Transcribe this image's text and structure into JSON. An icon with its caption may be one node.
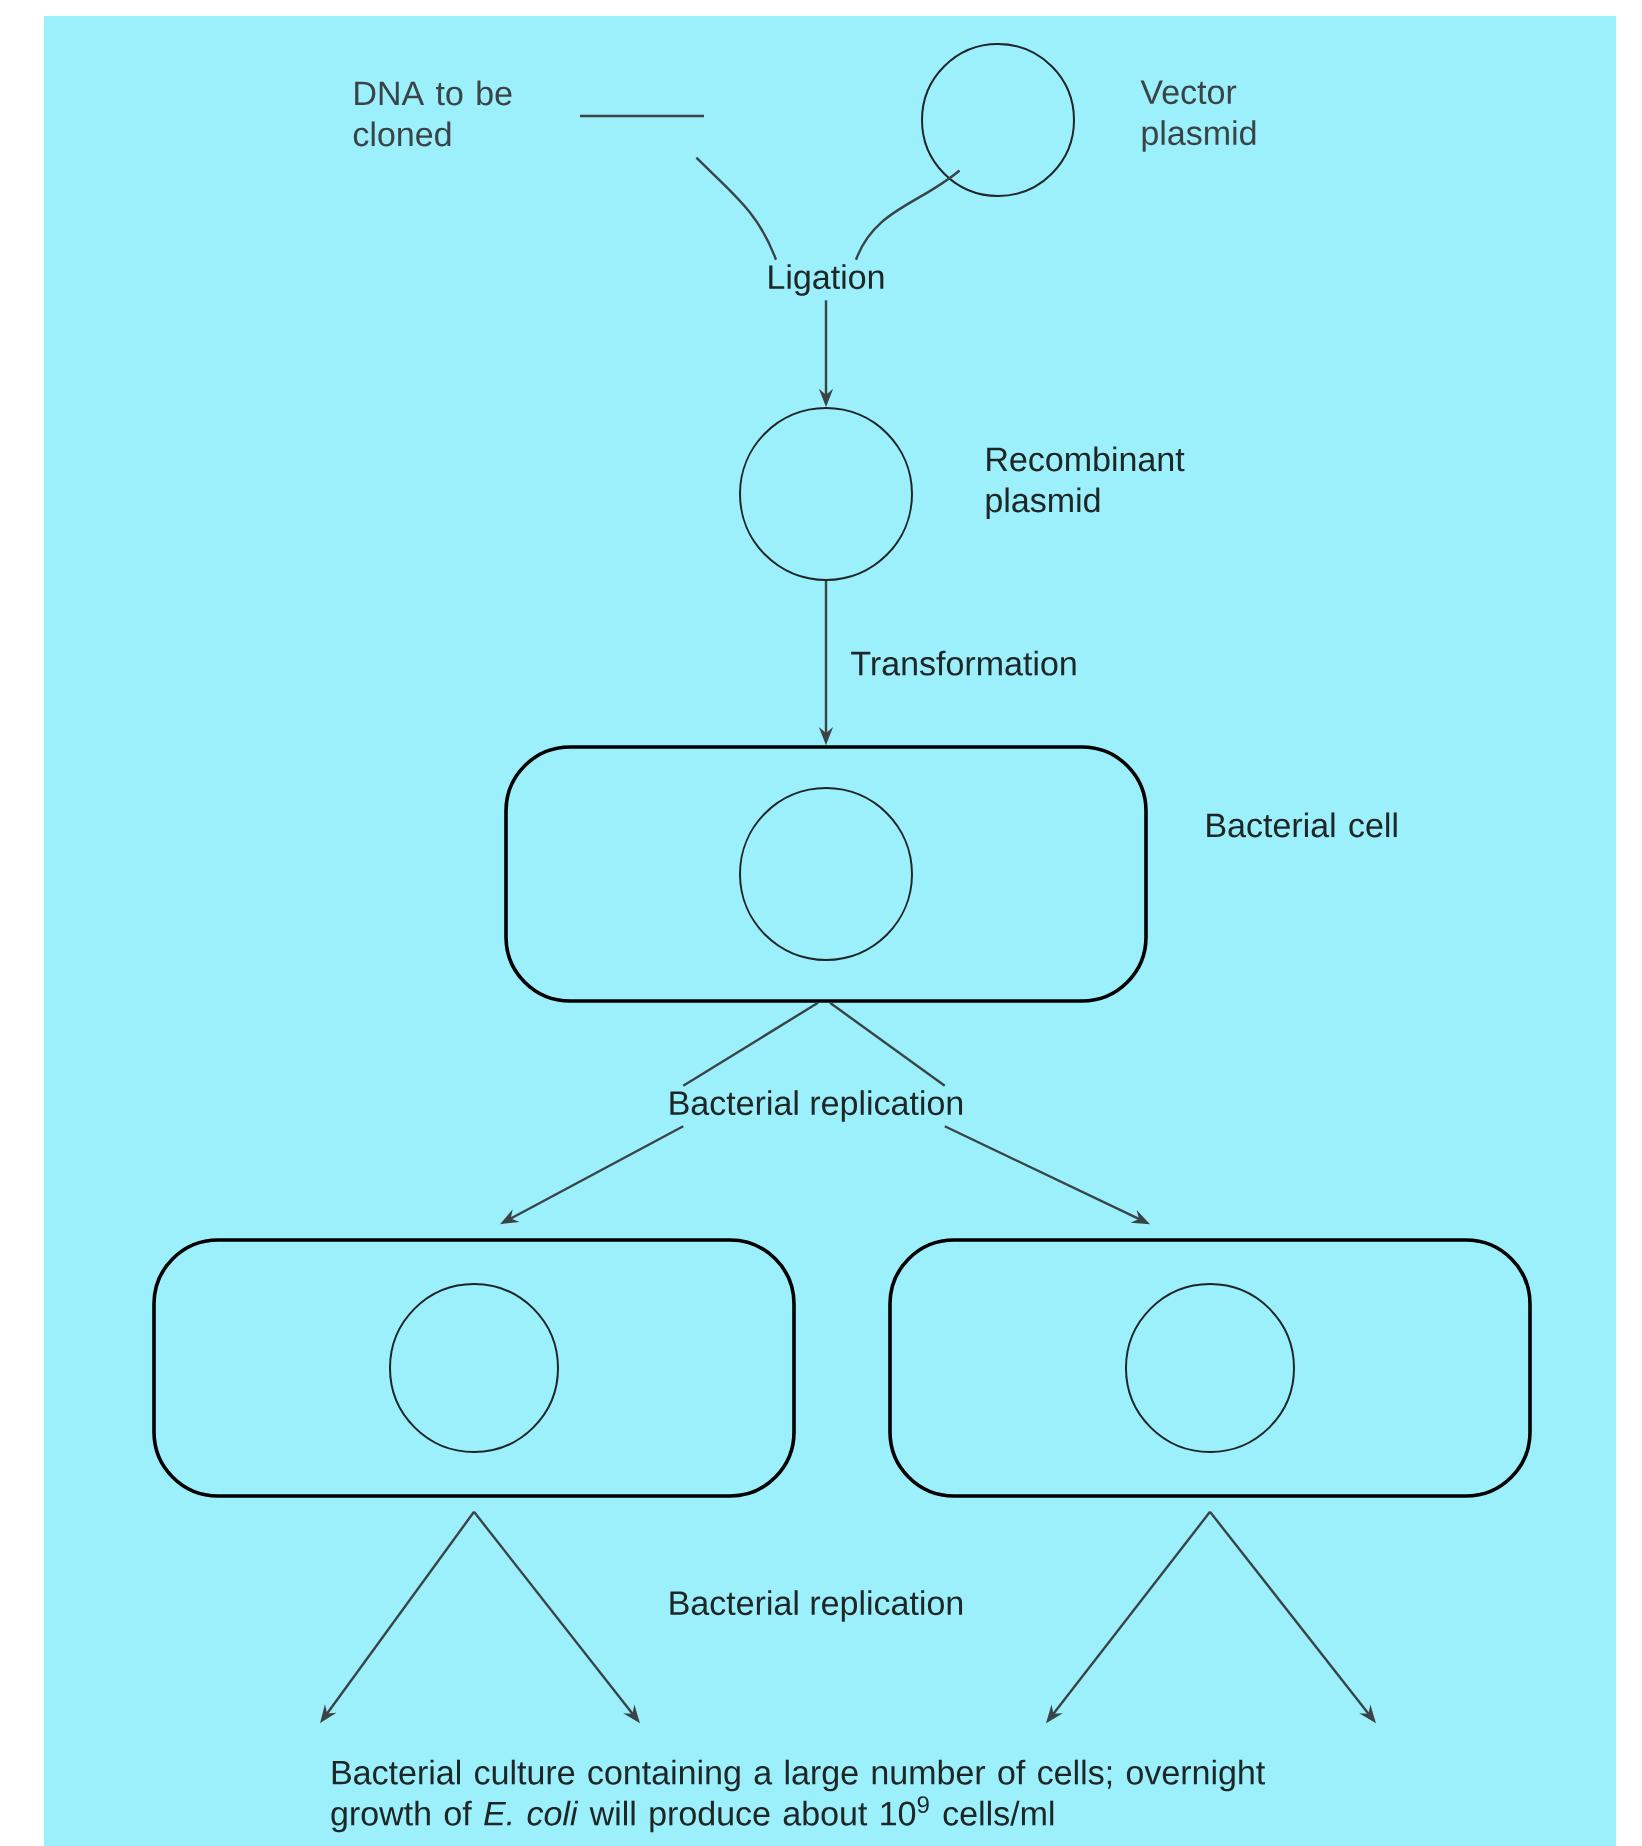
{
  "diagram": {
    "nodes": [
      {
        "text": [],
        "shape": "bar",
        "beside": [
          "DNA to be cloned"
        ]
      },
      {
        "text": [],
        "shape": "circle",
        "beside": [
          "Vector plasmid"
        ]
      },
      {
        "text": [
          "Ligation"
        ]
      },
      {
        "text": [],
        "shape": "circle",
        "beside": [
          "Recombinant plasmid"
        ]
      },
      {
        "text": [],
        "shape": "box",
        "beside": [
          "Bacterial cell"
        ]
      },
      {
        "text": [],
        "shape": "circle",
        "in": 4
      },
      {
        "text": [
          "Bacterial replication"
        ]
      },
      {
        "text": [],
        "shape": "box"
      },
      {
        "text": [],
        "shape": "circle",
        "in": 7
      },
      {
        "text": [],
        "shape": "box"
      },
      {
        "text": [],
        "shape": "circle",
        "in": 9
      },
      {
        "text": [
          "Bacterial culture containing a large number of cells; overnight growth of *E. coli* will produce about 10$^{9}$ cells/ml"
        ]
      }
    ],
    "edges": [
      {
        "from": 0,
        "to": 2,
        "arrow": "none"
      },
      {
        "from": 1,
        "to": 2,
        "arrow": "none"
      },
      {
        "from": 2,
        "to": 3,
        "arrow": "to"
      },
      {
        "from": 3,
        "to": 4,
        "arrow": "to",
        "label": "Transformation"
      },
      {
        "from": 4,
        "to": 6,
        "arrow": "none"
      },
      {
        "from": 4,
        "to": 6,
        "arrow": "none"
      },
      {
        "from": 6,
        "to": 7,
        "arrow": "to"
      },
      {
        "from": 6,
        "to": 9,
        "arrow": "to"
      },
      {
        "from": 7,
        "to": 11,
        "arrow": "to"
      },
      {
        "from": 7,
        "to": 11,
        "arrow": "to"
      },
      {
        "from": 9,
        "to": 11,
        "arrow": "to"
      },
      {
        "from": 9,
        "to": 11,
        "arrow": "to"
      }
    ],
    "labels": [
      "Bacterial replication"
    ]
  }
}
